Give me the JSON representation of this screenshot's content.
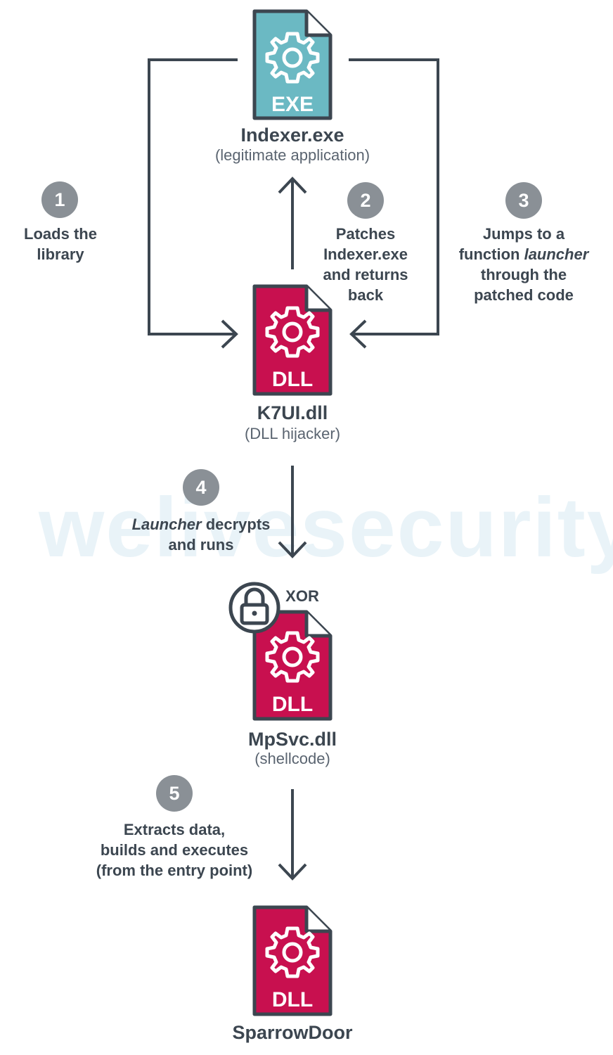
{
  "watermark": "welivesecurity",
  "nodes": {
    "indexer": {
      "badge": "EXE",
      "name": "Indexer.exe",
      "desc": "(legitimate application)",
      "color": "#6bb9c3"
    },
    "k7ui": {
      "badge": "DLL",
      "name": "K7UI.dll",
      "desc": "(DLL hijacker)",
      "color": "#c8104f"
    },
    "mpsvc": {
      "badge": "DLL",
      "name": "MpSvc.dll",
      "desc": "(shellcode)",
      "lock_label": "XOR",
      "color": "#c8104f"
    },
    "sparrowdoor": {
      "badge": "DLL",
      "name": "SparrowDoor",
      "color": "#c8104f"
    }
  },
  "steps": [
    {
      "num": "1",
      "lines": [
        "Loads the",
        "library"
      ]
    },
    {
      "num": "2",
      "lines": [
        "Patches",
        "Indexer.exe",
        "and returns",
        "back"
      ]
    },
    {
      "num": "3",
      "lines": [
        "Jumps to a",
        "function ",
        "launcher",
        "through the",
        "patched code"
      ]
    },
    {
      "num": "4",
      "lines": [
        "Launcher",
        " decrypts",
        "and runs"
      ]
    },
    {
      "num": "5",
      "lines": [
        "Extracts data,",
        "builds and executes",
        "(from the entry point)"
      ]
    }
  ]
}
